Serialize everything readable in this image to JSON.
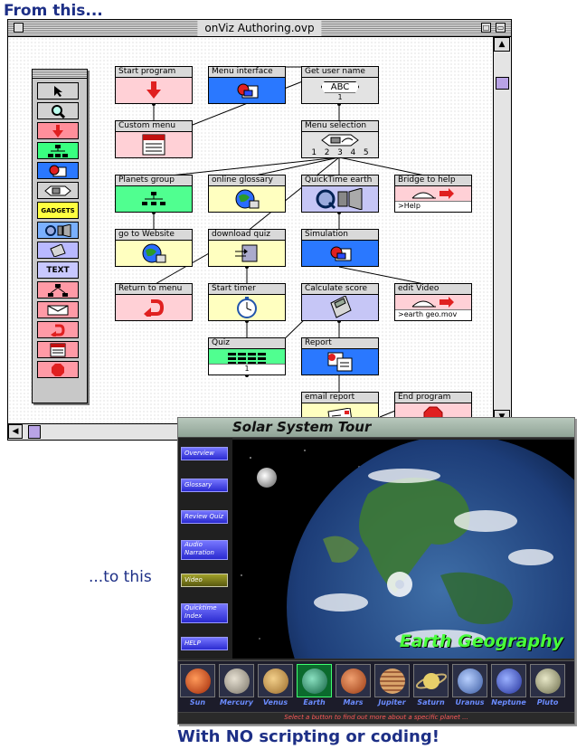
{
  "captions": {
    "top": "From this...",
    "middle": "...to this",
    "bottom": "With NO scripting or coding!"
  },
  "authoring": {
    "window_title": "onViz Authoring.ovp",
    "palette_tools": [
      "arrow-tool",
      "zoom-tool",
      "start-program",
      "menu-selection",
      "menu-interface",
      "get-user-name",
      "gadgets",
      "quicktime",
      "calculate",
      "text",
      "branch",
      "envelope",
      "return",
      "custom-menu",
      "stop"
    ],
    "gadgets_label": "GADGETS",
    "text_tool_label": "TEXT",
    "nodes": {
      "start_program": "Start program",
      "menu_interface": "Menu interface",
      "get_user_name": "Get user name",
      "get_user_name_value": "ABC",
      "custom_menu": "Custom menu",
      "menu_selection": "Menu selection",
      "branch_numbers": [
        "1",
        "2",
        "3",
        "4",
        "5"
      ],
      "planets_group": "Planets group",
      "online_glossary": "online glossary",
      "quicktime_earth": "QuickTime earth",
      "bridge_to_help": "Bridge to help",
      "bridge_to_help_sub": ">Help",
      "go_to_website": "go to Website",
      "download_quiz": "download quiz",
      "simulation": "Simulation",
      "return_to_menu": "Return to menu",
      "start_timer": "Start timer",
      "calculate_score": "Calculate score",
      "edit_video": "edit Video",
      "edit_video_sub": ">earth geo.mov",
      "quiz": "Quiz",
      "report": "Report",
      "email_report": "email report",
      "end_program": "End program"
    }
  },
  "solar": {
    "title": "Solar System Tour",
    "sidebar": [
      "Overview",
      "Glossary",
      "Review Quiz",
      "Audio Narration",
      "Video",
      "Quicktime Index",
      "HELP"
    ],
    "active_item": "Video",
    "photo_label": "Earth Geography",
    "planets": [
      "Sun",
      "Mercury",
      "Venus",
      "Earth",
      "Mars",
      "Jupiter",
      "Saturn",
      "Uranus",
      "Neptune",
      "Pluto"
    ],
    "selected_planet": "Earth",
    "status": "Select a button to find out more about a specific planet ..."
  },
  "colors": {
    "caption": "#1d2f86",
    "planet_name": "#6b8cff",
    "earth_label": "#47ff3a",
    "status_text": "#ff5a5a"
  }
}
